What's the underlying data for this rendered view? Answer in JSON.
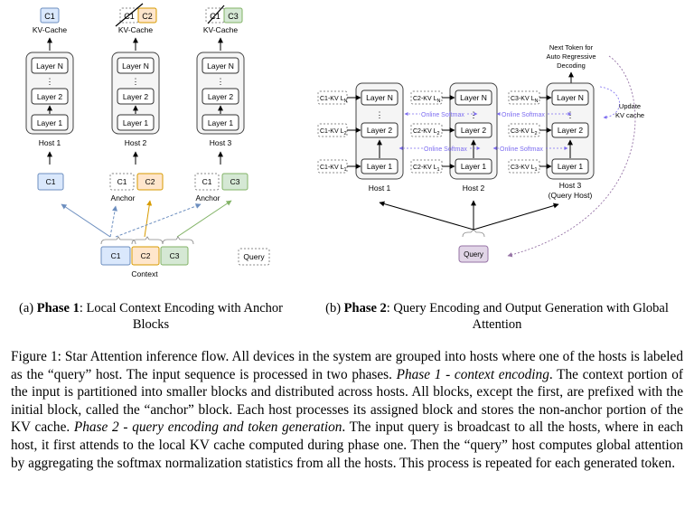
{
  "phase1": {
    "hosts": [
      {
        "label": "Host 1",
        "kv_blocks": [
          "C1"
        ],
        "kv_crossed": [
          false
        ]
      },
      {
        "label": "Host 2",
        "kv_blocks": [
          "C1",
          "C2"
        ],
        "kv_crossed": [
          true,
          false
        ]
      },
      {
        "label": "Host 3",
        "kv_blocks": [
          "C1",
          "C3"
        ],
        "kv_crossed": [
          true,
          false
        ]
      }
    ],
    "kv_cache_label": "KV-Cache",
    "layers": {
      "top": "Layer N",
      "mid": "Layer 2",
      "bottom": "Layer 1",
      "ellipsis": "⋮"
    },
    "inputs": [
      {
        "main": "C1"
      },
      {
        "anchor": "C1",
        "main": "C2",
        "anchor_label": "Anchor"
      },
      {
        "anchor": "C1",
        "main": "C3",
        "anchor_label": "Anchor"
      }
    ],
    "context_blocks": [
      "C1",
      "C2",
      "C3"
    ],
    "context_label": "Context",
    "query_label": "Query"
  },
  "phase2": {
    "hosts": [
      {
        "label": "Host 1",
        "kv_prefix": "C1-KV",
        "sublabel": ""
      },
      {
        "label": "Host 2",
        "kv_prefix": "C2-KV",
        "sublabel": ""
      },
      {
        "label": "Host 3",
        "kv_prefix": "C3-KV",
        "sublabel": "(Query Host)"
      }
    ],
    "kv_subscripts": [
      "N",
      "2",
      "1"
    ],
    "layers": {
      "top": "Layer N",
      "mid": "Layer 2",
      "bottom": "Layer 1"
    },
    "online_softmax": "Online Softmax",
    "next_token_label": [
      "Next Token for",
      "Auto Regressive",
      "Decoding"
    ],
    "update_label": [
      "Update",
      "KV cache"
    ],
    "query_label": "Query"
  },
  "captions": {
    "a_phase": "Phase 1",
    "a_text": ": Local Context Encoding with Anchor Blocks",
    "a_prefix": "(a) ",
    "b_phase": "Phase 2",
    "b_text": ": Query Encoding and Output Generation with Global Attention",
    "b_prefix": "(b) "
  },
  "figure_caption": {
    "p1": "Figure 1: Star Attention inference flow. All devices in the system are grouped into hosts where one of the hosts is labeled as the “query” host. The input sequence is processed in two phases. ",
    "i1": "Phase 1 - context encoding",
    "p2": ". The context portion of the input is partitioned into smaller blocks and distributed across hosts. All blocks, except the first, are prefixed with the initial block, called the “anchor” block. Each host processes its assigned block and stores the non-anchor portion of the KV cache. ",
    "i2": "Phase 2 - query encoding and token generation",
    "p3": ". The input query is broadcast to all the hosts, where in each host, it first attends to the local KV cache computed during phase one. Then the “query” host computes global attention by aggregating the softmax normalization statistics from all the hosts. This process is repeated for each generated token."
  },
  "colors": {
    "c1_fill": "#dae8fc",
    "c1_stroke": "#6c8ebf",
    "c2_fill": "#ffe6cc",
    "c2_stroke": "#d79b00",
    "c3_fill": "#d5e8d4",
    "c3_stroke": "#82b366",
    "query_fill": "#e1d5e7",
    "query_stroke": "#9673a6",
    "host_fill": "#f5f5f5",
    "softmax": "#7c6cf0"
  }
}
